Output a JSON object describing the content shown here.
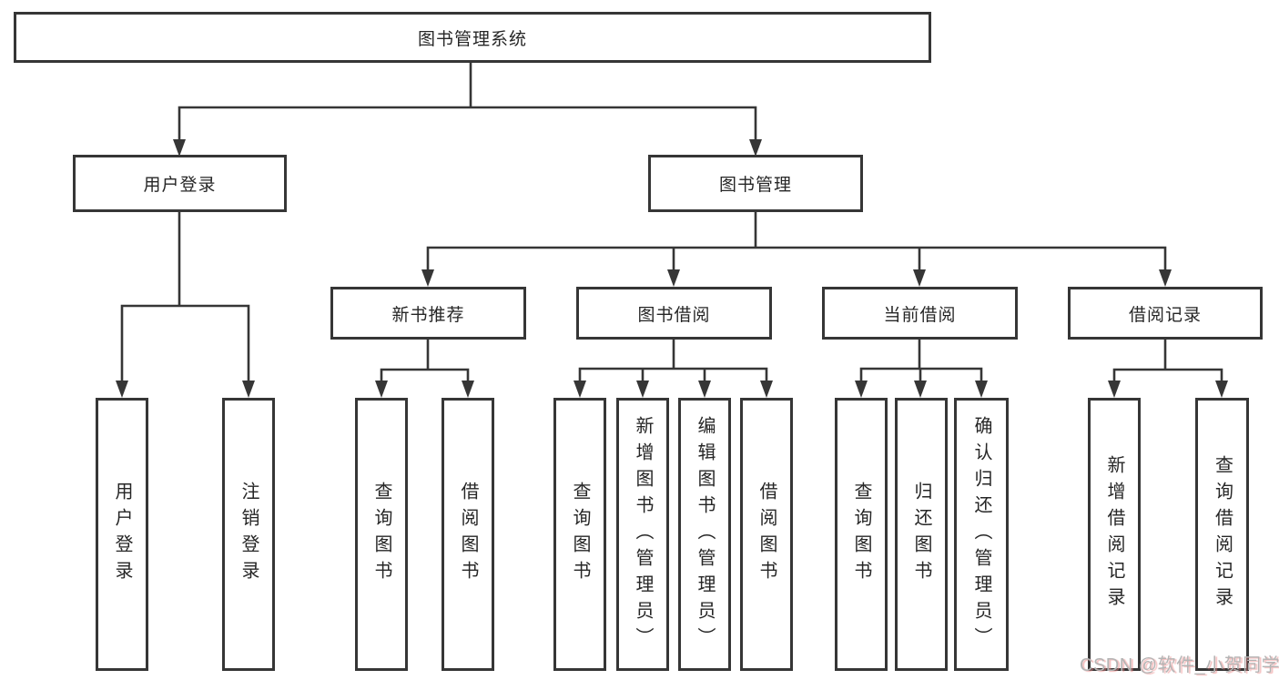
{
  "diagram_title": "图书管理系统",
  "watermark": "CSDN @软件_小贺同学",
  "colors": {
    "line": "#363636",
    "box_border": "#363636",
    "text": "#262626",
    "background": "#ffffff",
    "watermark": "#b4b4b4"
  },
  "nodes": {
    "root": "图书管理系统",
    "user_login": "用户登录",
    "user_login_leaf": "用户登录",
    "logout_leaf": "注销登录",
    "book_mgmt": "图书管理",
    "new_book_rec": "新书推荐",
    "nbr_query": "查询图书",
    "nbr_borrow": "借阅图书",
    "book_borrow": "图书借阅",
    "bb_query": "查询图书",
    "bb_add": "新增图书（管理员）",
    "bb_edit": "编辑图书（管理员）",
    "bb_borrow": "借阅图书",
    "current_borrow": "当前借阅",
    "cb_query": "查询图书",
    "cb_return": "归还图书",
    "cb_confirm": "确认归还（管理员）",
    "borrow_record": "借阅记录",
    "br_add": "新增借阅记录",
    "br_query": "查询借阅记录"
  },
  "hierarchy": {
    "root": [
      "user_login",
      "book_mgmt"
    ],
    "user_login": [
      "user_login_leaf",
      "logout_leaf"
    ],
    "book_mgmt": [
      "new_book_rec",
      "book_borrow",
      "current_borrow",
      "borrow_record"
    ],
    "new_book_rec": [
      "nbr_query",
      "nbr_borrow"
    ],
    "book_borrow": [
      "bb_query",
      "bb_add",
      "bb_edit",
      "bb_borrow"
    ],
    "current_borrow": [
      "cb_query",
      "cb_return",
      "cb_confirm"
    ],
    "borrow_record": [
      "br_add",
      "br_query"
    ]
  }
}
